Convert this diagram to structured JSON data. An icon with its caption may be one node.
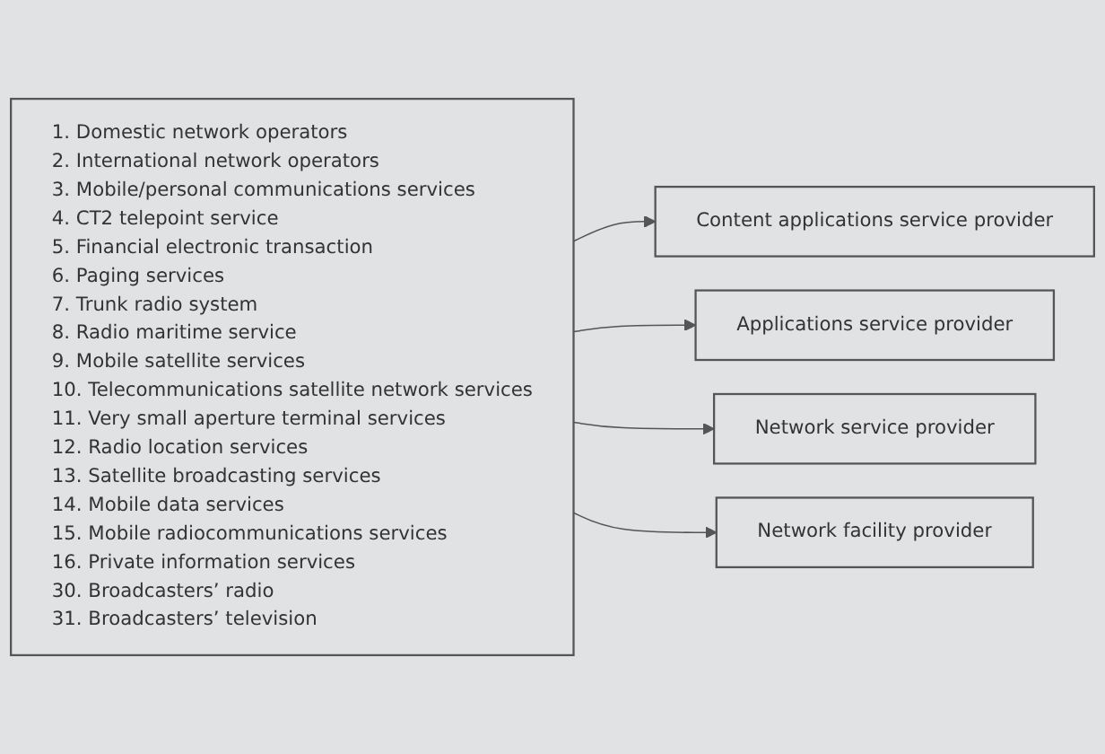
{
  "diagram": {
    "nodes": [
      {
        "text": [
          "1. Domestic network operators",
          "2. International network operators",
          "3. Mobile/personal communications services",
          "4. CT2 telepoint service",
          "5. Financial electronic transaction",
          "6. Paging services",
          "7. Trunk radio system",
          "8. Radio maritime service",
          "9. Mobile satellite services",
          "10. Telecommunications satellite network services",
          "11. Very small aperture terminal services",
          "12. Radio location services",
          "13. Satellite broadcasting services",
          "14. Mobile data services",
          "15. Mobile radiocommunications services",
          "16. Private information services",
          "30. Broadcasters’ radio",
          "31. Broadcasters’ television"
        ]
      },
      {
        "text": [
          "Content applications service provider"
        ]
      },
      {
        "text": [
          "Applications service provider"
        ]
      },
      {
        "text": [
          "Network service provider"
        ]
      },
      {
        "text": [
          "Network facility provider"
        ]
      }
    ],
    "edges": [
      {
        "from": 0,
        "to": 1,
        "arrow": "to"
      },
      {
        "from": 0,
        "to": 2,
        "arrow": "to"
      },
      {
        "from": 0,
        "to": 3,
        "arrow": "to"
      },
      {
        "from": 0,
        "to": 4,
        "arrow": "to"
      }
    ]
  }
}
